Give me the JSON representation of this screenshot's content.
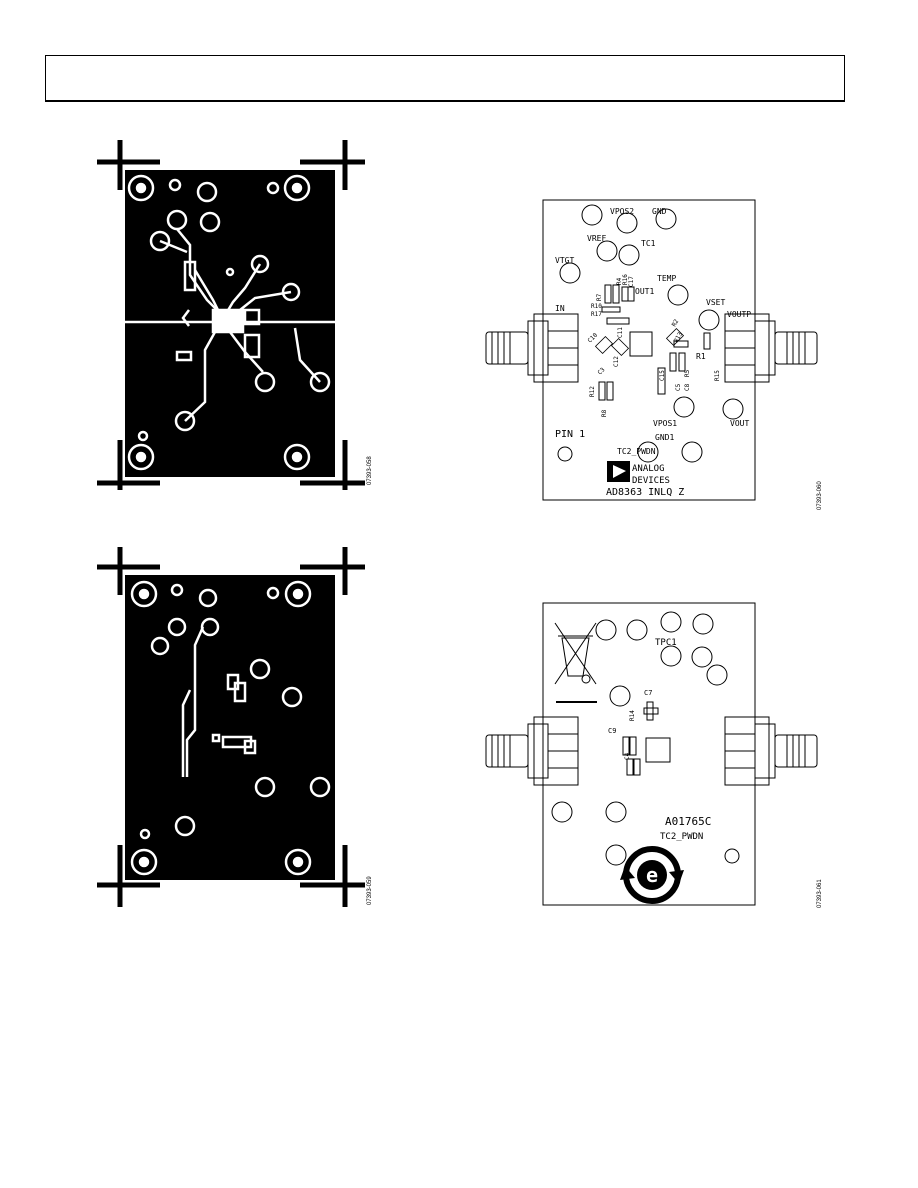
{
  "figures": {
    "top_copper": {
      "id": "07393-058"
    },
    "top_silk": {
      "id": "07393-060",
      "labels": {
        "vpos2": "VPOS2",
        "gnd": "GND",
        "tc1": "TC1",
        "vref": "VREF",
        "vtgt": "VTGT",
        "temp": "TEMP",
        "out1": "OUT1",
        "r7": "R7",
        "r4": "R4",
        "r16": "R16",
        "c17": "C17",
        "r10": "R10",
        "r17": "R17",
        "in": "IN",
        "vset": "VSET",
        "voutp": "VOUTP",
        "c10": "C10",
        "c11": "C11",
        "r2": "R2",
        "r13": "R13",
        "r1": "R1",
        "c3": "C3",
        "c12": "C12",
        "r15": "R15",
        "c5": "C5",
        "r5": "R5",
        "c8": "C8",
        "c15": "C15",
        "r12": "R12",
        "r8": "R8",
        "vout": "VOUT",
        "vpos1": "VPOS1",
        "gnd1": "GND1",
        "pin1": "PIN 1",
        "tc2_pwdn": "TC2_PWDN",
        "analog": "ANALOG",
        "devices": "DEVICES",
        "board": "AD8363 INLQ Z"
      }
    },
    "bottom_copper": {
      "id": "07393-059"
    },
    "bottom_silk": {
      "id": "07393-061",
      "labels": {
        "tpc1": "TPC1",
        "c7": "C7",
        "r14": "R14",
        "c9": "C9",
        "c4": "C4",
        "part": "A01765C",
        "tc2_pwdn": "TC2_PWDN",
        "e_mark": "e"
      }
    }
  }
}
